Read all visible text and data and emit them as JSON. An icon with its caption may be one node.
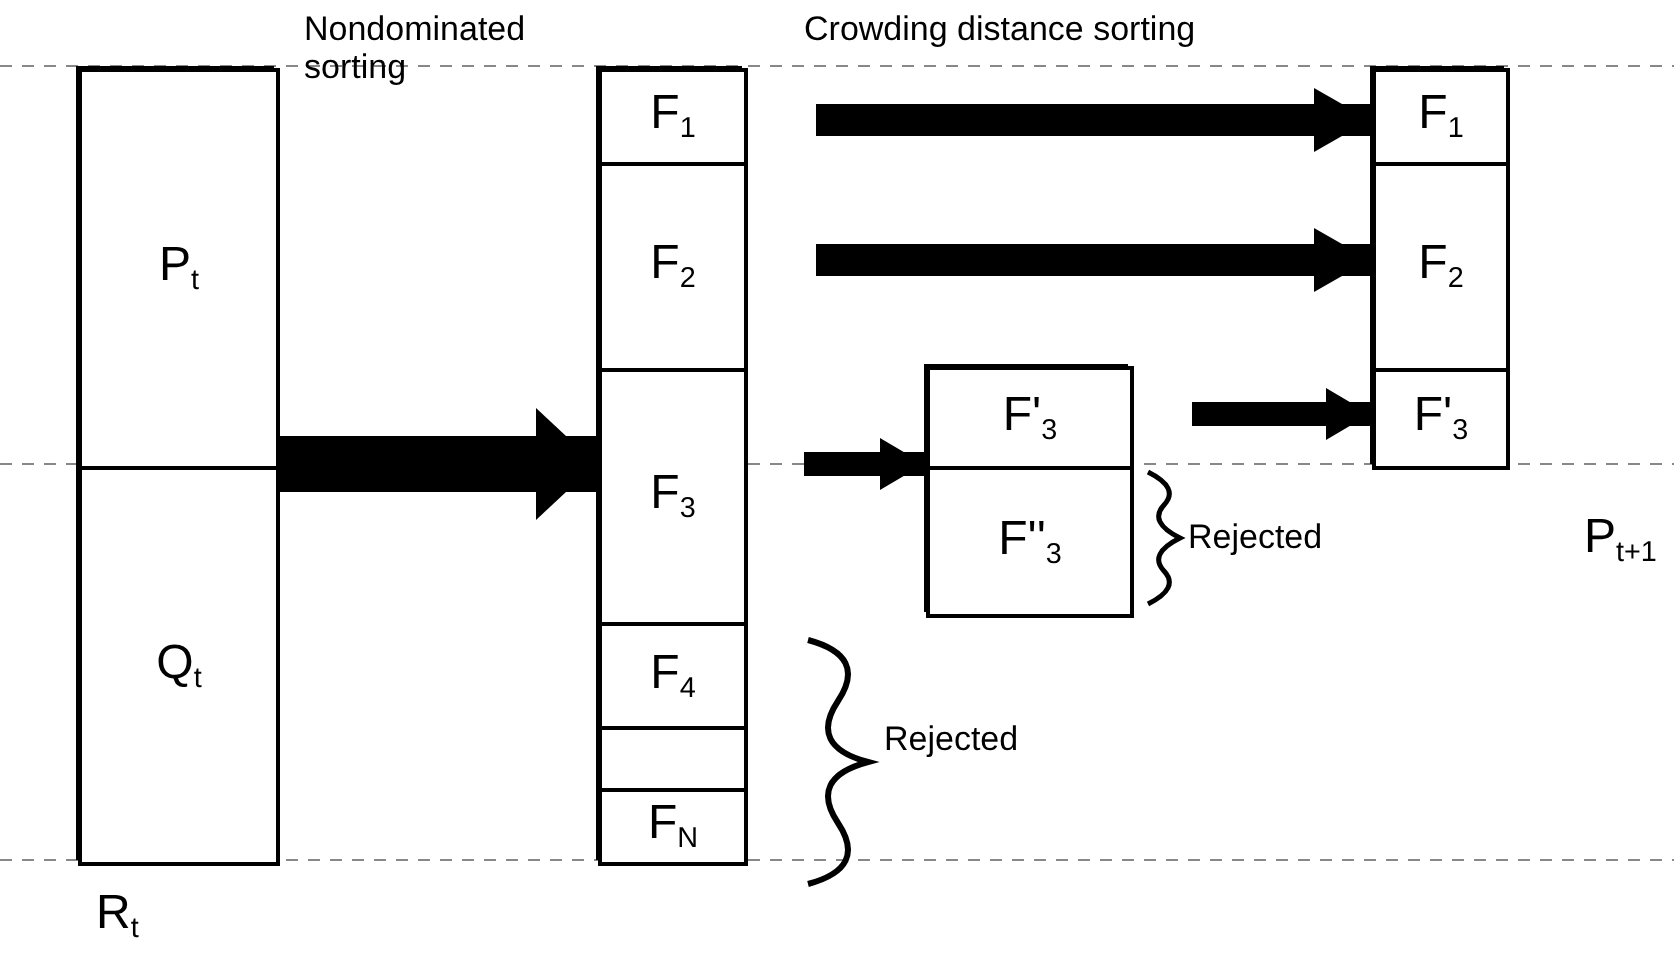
{
  "diagram": {
    "nodes": [
      {
        "text": [
          "R$_{t}$"
        ]
      },
      {
        "text": [
          "P$_{t}$"
        ],
        "in": 0
      },
      {
        "text": [
          "Q$_{t}$"
        ],
        "in": 0
      },
      {
        "text": [],
        "shape": "box"
      },
      {
        "text": [
          "F$_{1}$"
        ],
        "in": 3
      },
      {
        "text": [
          "F$_{2}$"
        ],
        "in": 3
      },
      {
        "text": [
          "F$_{3}$"
        ],
        "in": 3
      },
      {
        "text": [
          "F$_{4}$"
        ],
        "in": 3
      },
      {
        "text": [],
        "shape": "box",
        "in": 3
      },
      {
        "text": [
          "F$_{N}$"
        ],
        "in": 3
      },
      {
        "text": [],
        "shape": "box"
      },
      {
        "text": [
          "F'$_{3}$"
        ],
        "in": 10
      },
      {
        "text": [
          "F''$_{3}$"
        ],
        "in": 10
      },
      {
        "text": [
          "P$_{t+1}$"
        ]
      },
      {
        "text": [
          "F$_{1}$"
        ],
        "in": 13
      },
      {
        "text": [
          "F$_{2}$"
        ],
        "in": 13
      },
      {
        "text": [
          "F'$_{3}$"
        ],
        "in": 13
      }
    ],
    "edges": [
      {
        "from": 0,
        "to": 3,
        "arrow": "to"
      },
      {
        "from": 4,
        "to": 14,
        "arrow": "to"
      },
      {
        "from": 5,
        "to": 15,
        "arrow": "to"
      },
      {
        "from": 6,
        "to": 10,
        "arrow": "to"
      },
      {
        "from": 11,
        "to": 16,
        "arrow": "to"
      }
    ],
    "labels": [
      "Nondominated sorting",
      "Crowding distance sorting",
      "Rejected",
      "Rejected"
    ]
  }
}
